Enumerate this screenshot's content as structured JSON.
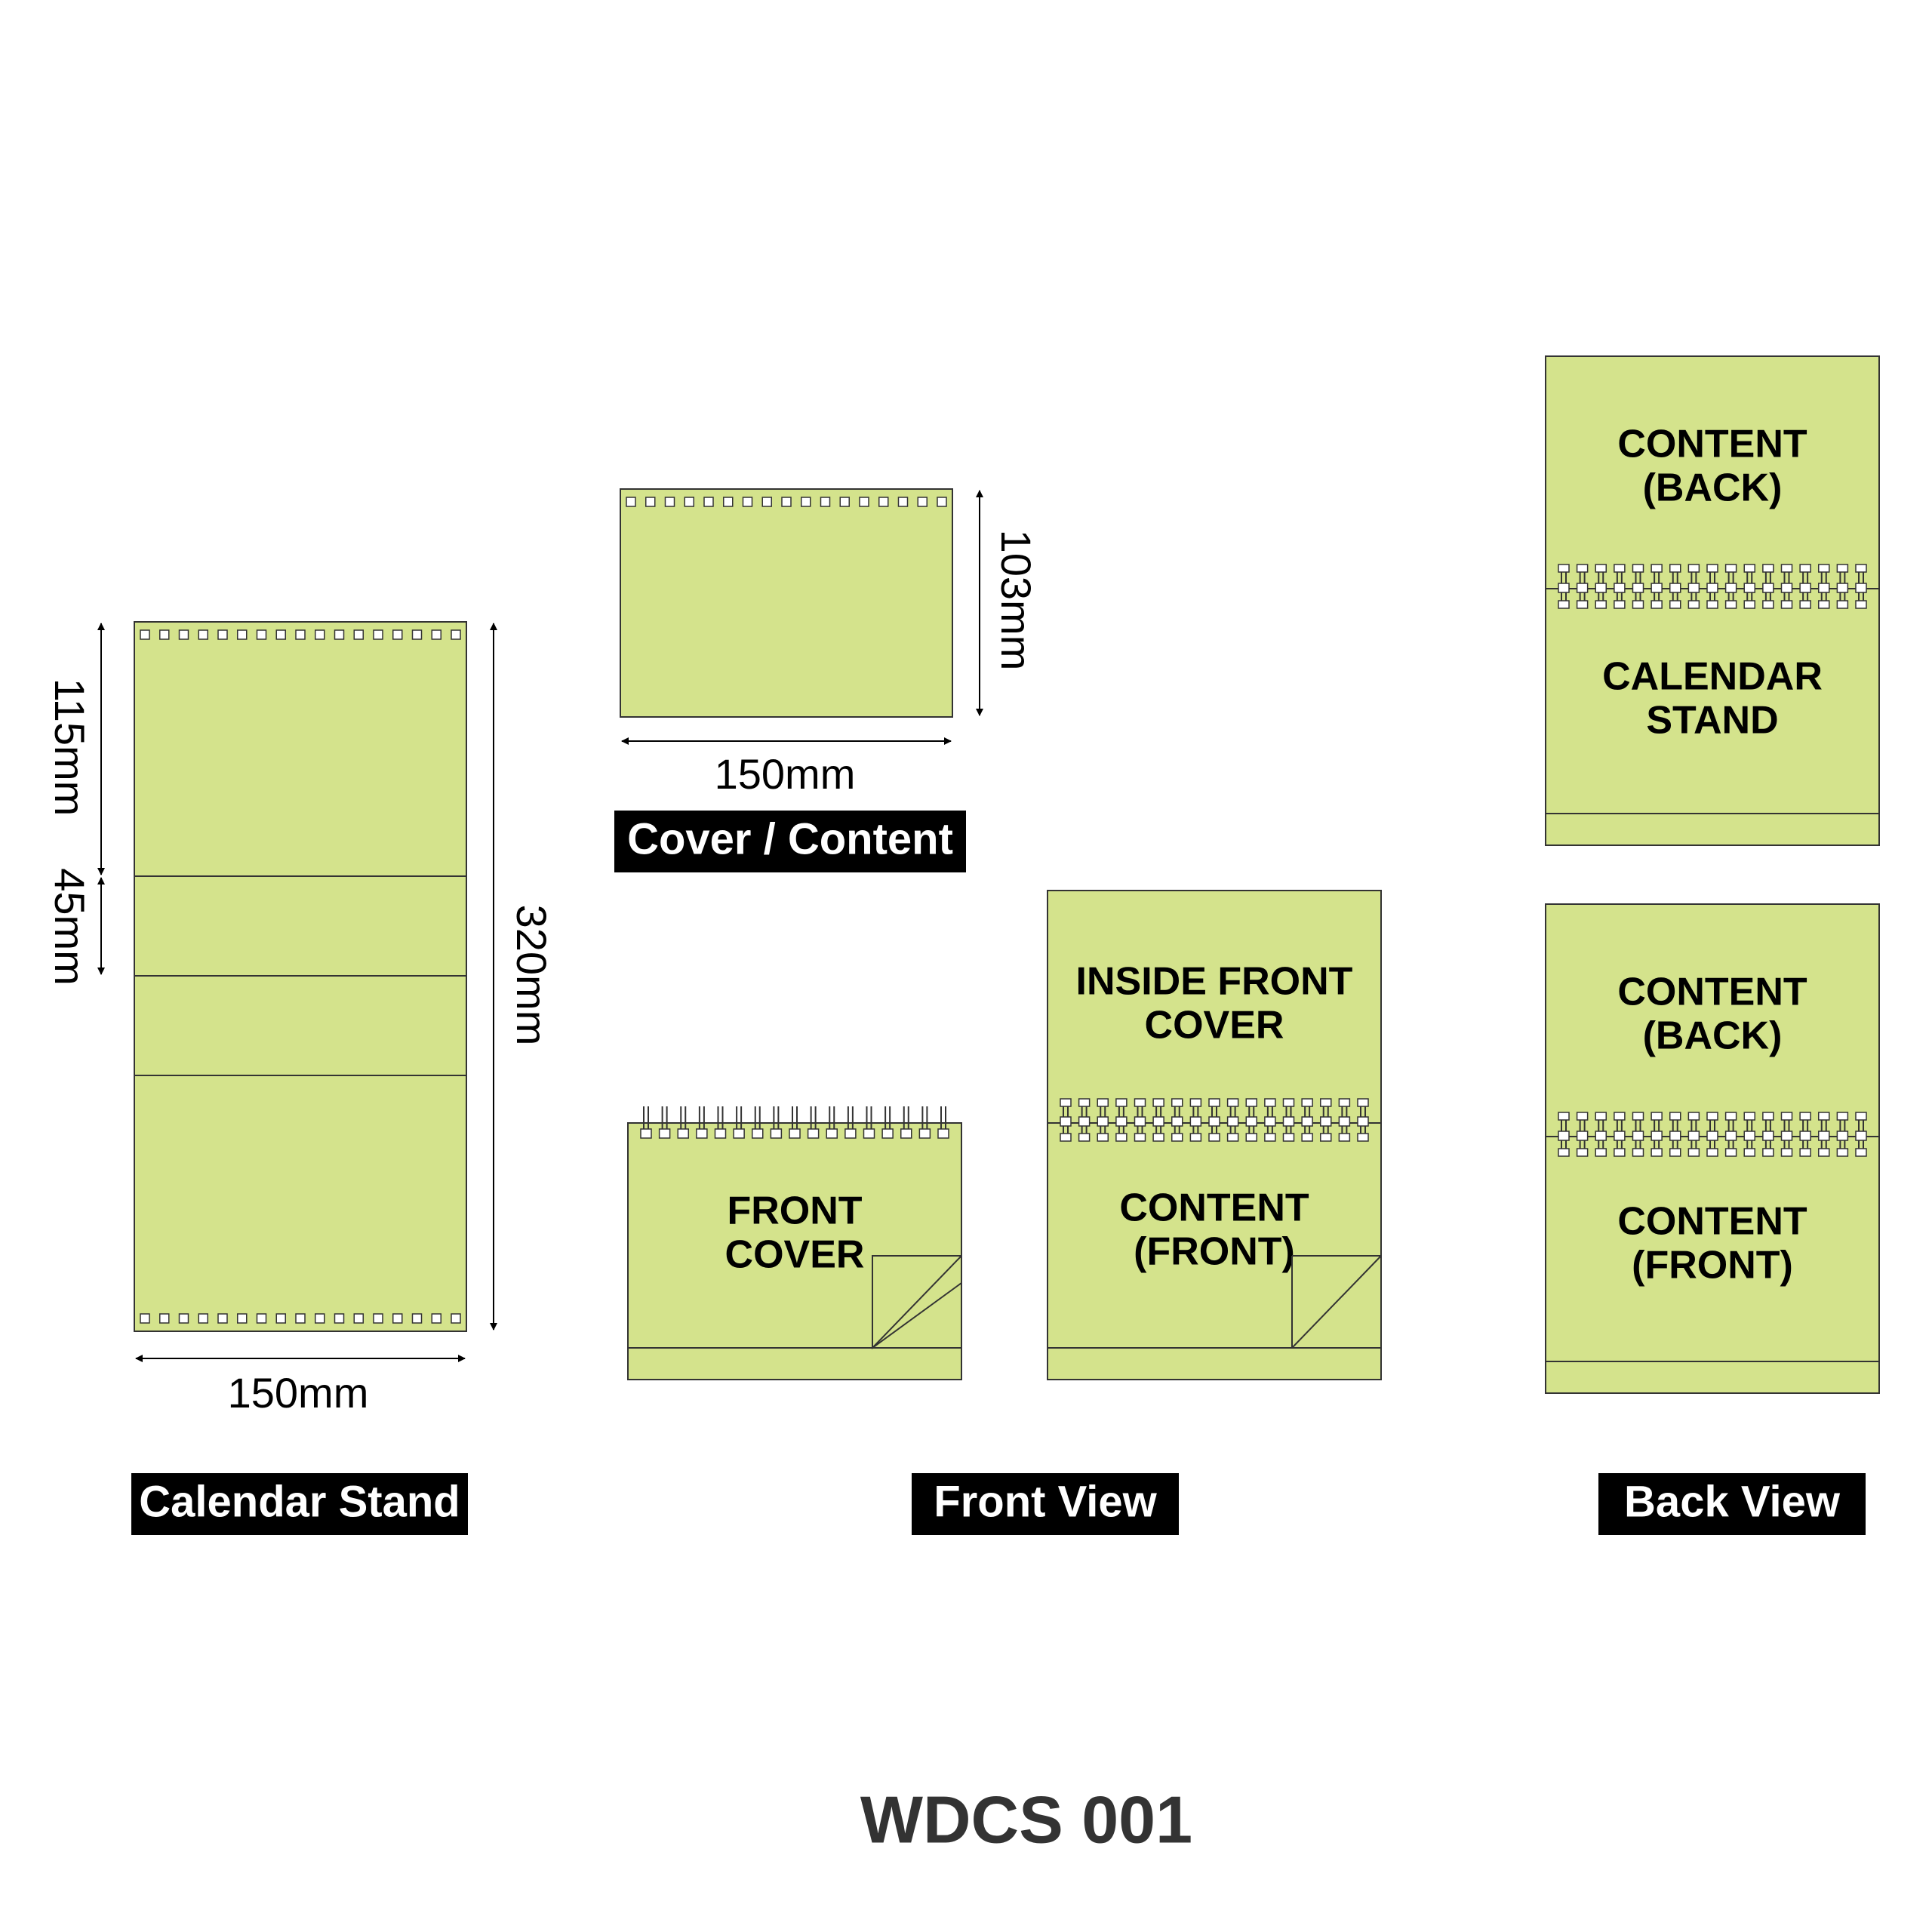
{
  "colors": {
    "panel_fill": "#d4e38c",
    "panel_stroke": "#333333",
    "caption_bg": "#000000",
    "caption_text": "#ffffff",
    "code_text": "#333333"
  },
  "calendar_stand": {
    "dim_top": "115mm",
    "dim_fold": "45mm",
    "dim_height": "320mm",
    "dim_width": "150mm",
    "caption": "Calendar Stand"
  },
  "cover_content": {
    "dim_height": "103mm",
    "dim_width": "150mm",
    "caption": "Cover / Content"
  },
  "front_view": {
    "front_cover": [
      "FRONT",
      "COVER"
    ],
    "inside_front_cover": [
      "INSIDE FRONT",
      "COVER"
    ],
    "content_front": [
      "CONTENT",
      "(FRONT)"
    ],
    "caption": "Front View"
  },
  "back_view": {
    "top_back": [
      "CONTENT",
      "(BACK)"
    ],
    "calendar_stand": [
      "CALENDAR",
      "STAND"
    ],
    "bottom_back": [
      "CONTENT",
      "(BACK)"
    ],
    "bottom_front": [
      "CONTENT",
      "(FRONT)"
    ],
    "caption": "Back View"
  },
  "product_code": "WDCS 001"
}
